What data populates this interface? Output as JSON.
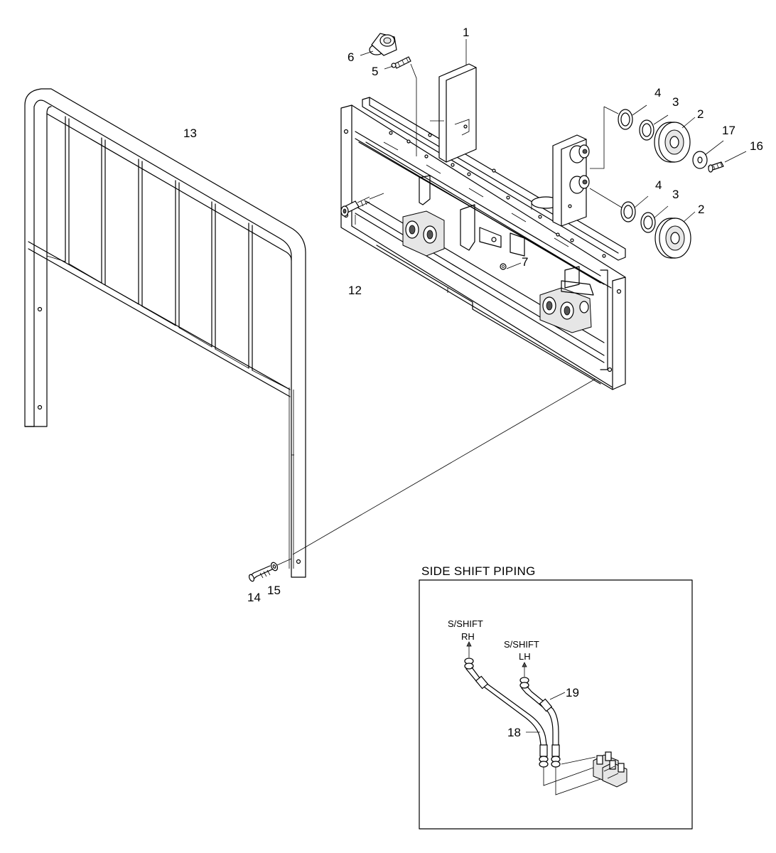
{
  "callouts": {
    "n1": "1",
    "n2a": "2",
    "n2b": "2",
    "n3a": "3",
    "n3b": "3",
    "n4a": "4",
    "n4b": "4",
    "n5": "5",
    "n6": "6",
    "n7": "7",
    "n12": "12",
    "n13": "13",
    "n14": "14",
    "n15": "15",
    "n16": "16",
    "n17": "17",
    "n18": "18",
    "n19": "19"
  },
  "inset": {
    "title": "SIDE SHIFT PIPING",
    "rh_line1": "S/SHIFT",
    "rh_line2": "RH",
    "lh_line1": "S/SHIFT",
    "lh_line2": "LH"
  }
}
